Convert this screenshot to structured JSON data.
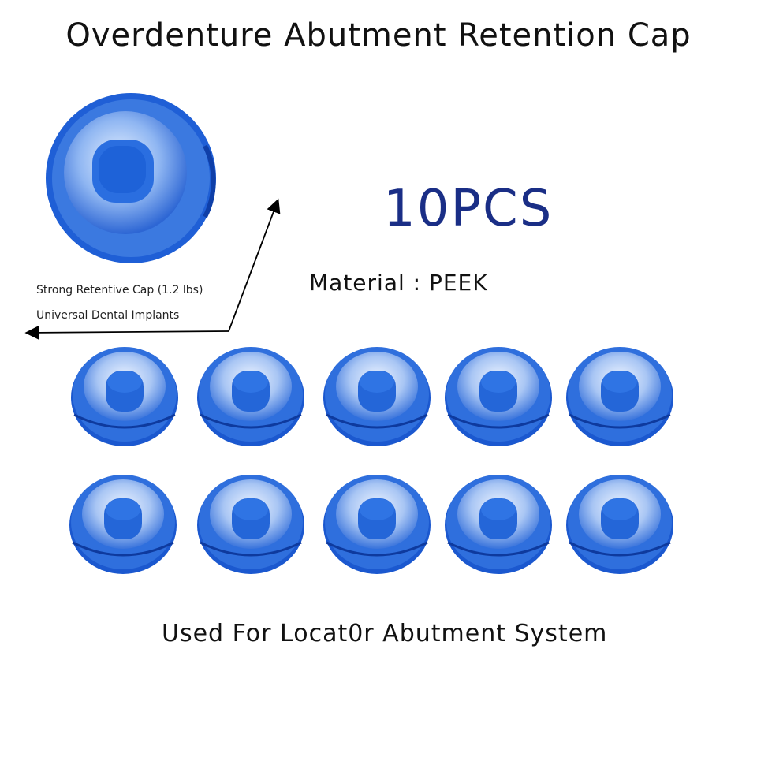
{
  "title": "Overdenture Abutment Retention Cap",
  "quantity": "10PCS",
  "material": "Material : PEEK",
  "callout": {
    "line1": "Strong Retentive Cap (1.2 lbs)",
    "line2": "Universal Dental Implants"
  },
  "footer": "Used For Locat0r Abutment System",
  "colors": {
    "cap_blue": "#1f5fd6",
    "cap_dark": "#0f3fa8",
    "cap_light": "#cfe2ff",
    "quantity_text": "#1a2e86"
  },
  "caps": [
    {
      "id": 1
    },
    {
      "id": 2
    },
    {
      "id": 3
    },
    {
      "id": 4
    },
    {
      "id": 5
    },
    {
      "id": 6
    },
    {
      "id": 7
    },
    {
      "id": 8
    },
    {
      "id": 9
    },
    {
      "id": 10
    }
  ]
}
